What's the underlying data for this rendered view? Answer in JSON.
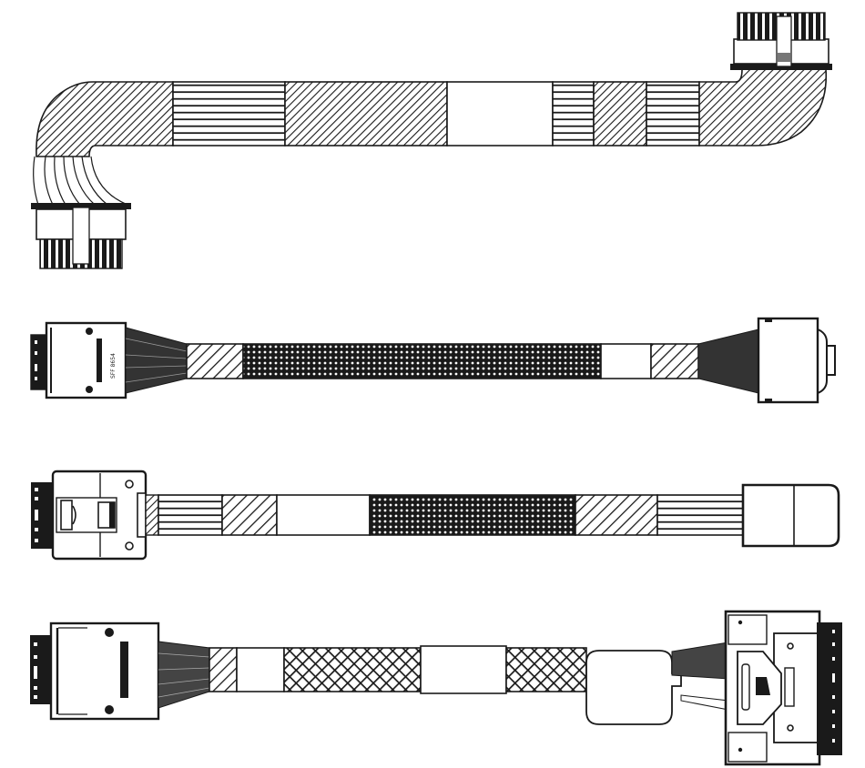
{
  "figure": {
    "background": "#ffffff",
    "stroke_color": "#1a1a1a",
    "description": "Line drawings of four internal cables with hatched sleeve segments"
  },
  "cables": [
    {
      "id": "cable-1",
      "type": "power cable with right-angle bends",
      "left_connector": "multi-pin power connector (bottom-left, facing down)",
      "right_connector": "multi-pin power connector (top-right, facing up)",
      "segments": [
        "diagonal",
        "horizontal",
        "diagonal",
        "blank",
        "horizontal",
        "diagonal",
        "horizontal",
        "diagonal"
      ]
    },
    {
      "id": "cable-2",
      "type": "data cable",
      "left_connector": "SlimSAS-style connector",
      "left_connector_label": "SFF 8654",
      "right_connector": "Mini-SAS HD-style connector",
      "segments": [
        "diagonal",
        "mesh",
        "blank",
        "diagonal"
      ]
    },
    {
      "id": "cable-3",
      "type": "data/sideband cable",
      "left_connector": "mounting-bracket connector with latch",
      "right_connector": "two-cell rectangular plug",
      "segments": [
        "diagonal",
        "horizontal",
        "diagonal",
        "blank",
        "mesh",
        "diagonal",
        "horizontal"
      ]
    },
    {
      "id": "cable-4",
      "type": "data cable with breakout",
      "left_connector": "SlimSAS-style connector",
      "right_connector": "panel-mount connector with four mounting holes",
      "segments": [
        "diagonal",
        "blank",
        "crosshatch",
        "blank",
        "crosshatch",
        "molded breakout"
      ]
    }
  ]
}
